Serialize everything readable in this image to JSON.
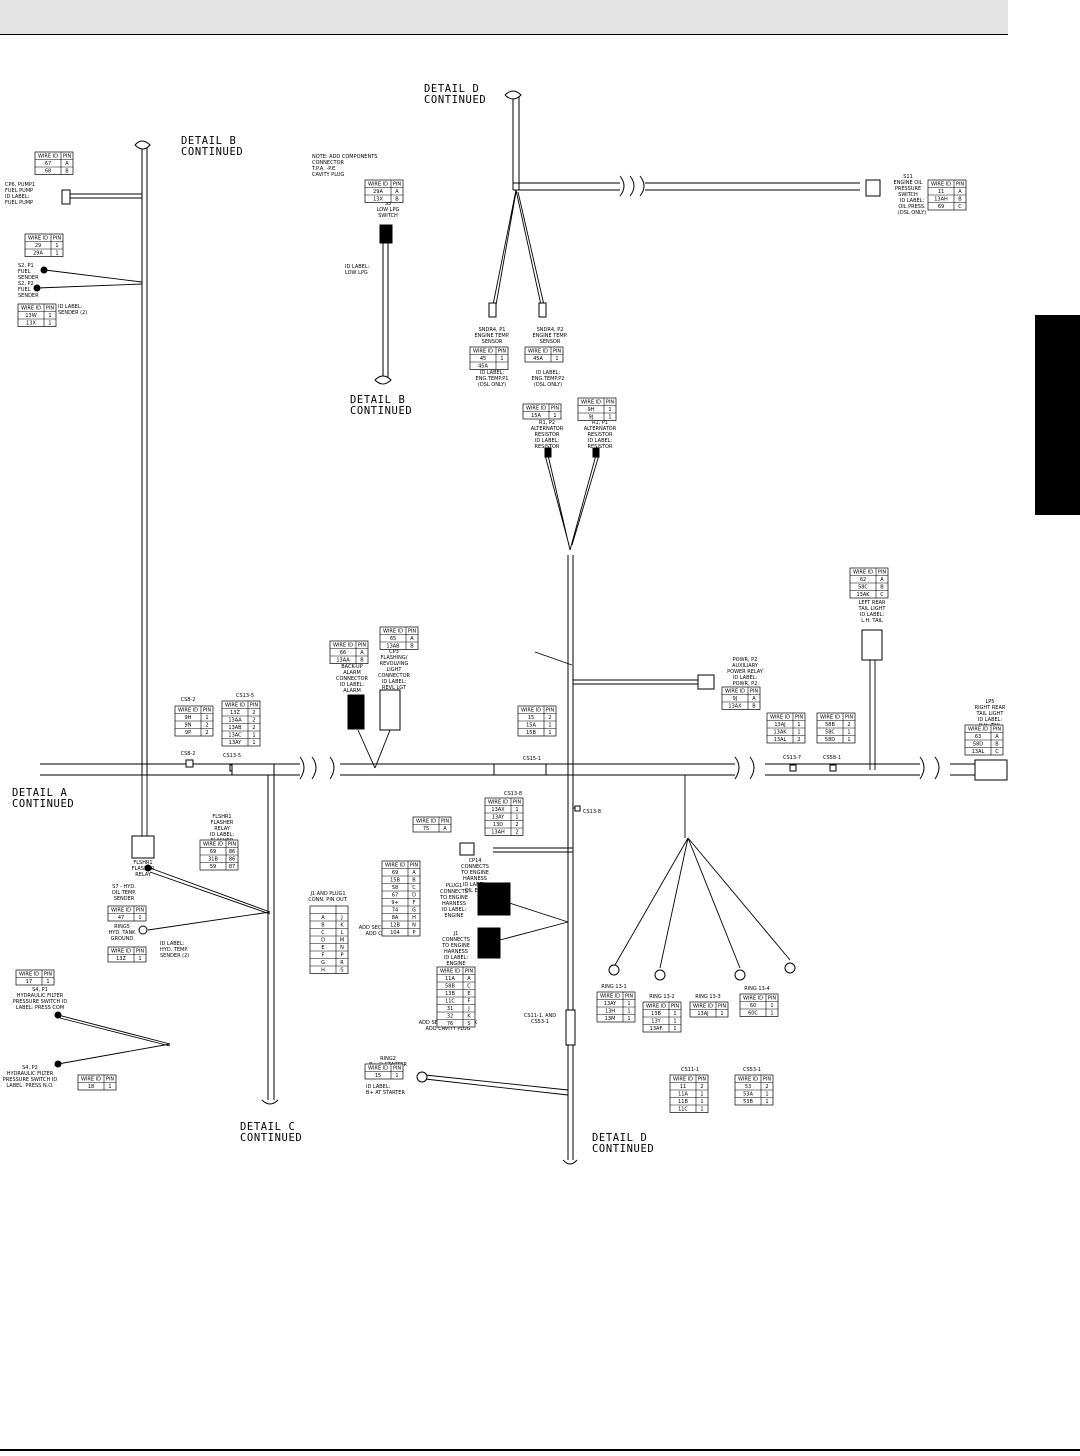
{
  "details": {
    "b_top": "DETAIL B|CONTINUED",
    "d_top": "DETAIL D|CONTINUED",
    "b_bottom": "DETAIL B|CONTINUED",
    "a_left": "DETAIL A|CONTINUED",
    "c_bottom": "DETAIL C|CONTINUED",
    "d_bottom": "DETAIL D|CONTINUED"
  },
  "labels": [
    {
      "id": "note_s3",
      "text": "NOTE: ADD COMPONENTS|CONNECTOR|T.P.A. -P.E.|CAVITY PLUG"
    },
    {
      "id": "s3",
      "text": "S3|LOW LPG|SWITCH"
    },
    {
      "id": "s3_id",
      "text": "ID LABEL:|LOW LPG"
    },
    {
      "id": "cp6",
      "text": "CP6, PUMP1|FUEL PUMP|ID LABEL:|FUEL PUMP"
    },
    {
      "id": "s2p1",
      "text": "S2, P1|FUEL|SENDER"
    },
    {
      "id": "s2p2",
      "text": "S2, P2|FUEL|SENDER"
    },
    {
      "id": "s2_id",
      "text": "ID LABEL:|SENDER (2)"
    },
    {
      "id": "s11",
      "text": "S11|ENGINE OIL|PRESSURE|SWITCH"
    },
    {
      "id": "s11_id",
      "text": "ID LABEL:|OIL PRESS.|(DSL ONLY)"
    },
    {
      "id": "sndr4p1",
      "text": "SNDR4, P1|ENGINE TEMP.|SENSOR"
    },
    {
      "id": "sndr4p2",
      "text": "SNDR4, P2|ENGINE TEMP.|SENSOR"
    },
    {
      "id": "sndr4p1_id",
      "text": "ID LABEL:|ENG.TEMP.P1|(DSL ONLY)"
    },
    {
      "id": "sndr4p2_id",
      "text": "ID LABEL:|ENG.TEMP.P2|(DSL ONLY)"
    },
    {
      "id": "r1p2",
      "text": "R1, P2|ALTERNATOR|RESISTOR|ID LABEL:|RESISTOR"
    },
    {
      "id": "r1p1",
      "text": "R1, P1|ALTERNATOR|RESISTOR|ID LABEL:|RESISTOR"
    },
    {
      "id": "lp4",
      "text": "LP4|LEFT REAR|TAIL LIGHT|ID LABEL:|L.H. TAIL"
    },
    {
      "id": "lp5",
      "text": "LP5|RIGHT REAR|TAIL LIGHT|ID LABEL:|R.H. TAIL"
    },
    {
      "id": "powr",
      "text": "POWR, P2|AUXILIARY|POWER RELAY|ID LABEL:|POWR, P2"
    },
    {
      "id": "cp2",
      "text": "CP2|BACK-UP|ALARM|CONNECTOR|ID LABEL:|ALARM"
    },
    {
      "id": "cp3",
      "text": "CP3|FLASHING/|REVOLVING|LIGHT|CONNECTOR|ID LABEL:|REVL LGT"
    },
    {
      "id": "cs8_2_top",
      "text": "CS8-2"
    },
    {
      "id": "cs13_5_top",
      "text": "CS13-5"
    },
    {
      "id": "cs8_2",
      "text": "CS8-2"
    },
    {
      "id": "cs13_5",
      "text": "CS13-5"
    },
    {
      "id": "cs15_1",
      "text": "CS15-1"
    },
    {
      "id": "cs13_7",
      "text": "CS13-7"
    },
    {
      "id": "cs58_1",
      "text": "CS58-1"
    },
    {
      "id": "cs13_8_top",
      "text": "CS13-8"
    },
    {
      "id": "cs13_8",
      "text": "CS13-8"
    },
    {
      "id": "flshr1_top",
      "text": "FLSHR1|FLASHER|RELAY|ID LABEL:|FLASHER"
    },
    {
      "id": "flshr1",
      "text": "FLSHR1|FLASHER|RELAY"
    },
    {
      "id": "cp14",
      "text": "CP14|CONNECTS|TO ENGINE|HARNESS|ID LABEL:|OIL ENG"
    },
    {
      "id": "s7",
      "text": "S7 - HYD.|OIL TEMP.|SENDER"
    },
    {
      "id": "ring5",
      "text": "RING5|HYD. TANK|GROUND"
    },
    {
      "id": "s7_id",
      "text": "ID LABEL:|HYD. TEMP.|SENDER (2)"
    },
    {
      "id": "j1_plug1",
      "text": "J1 AND PLUG1|CONN. PIN OUT."
    },
    {
      "id": "add_sec_lock",
      "text": "ADD SECONDARY LOCK|ADD CAVITY PLUG"
    },
    {
      "id": "plug1",
      "text": "PLUG1|CONNECTS|TO ENGINE|HARNESS|ID LABEL:|ENGINE"
    },
    {
      "id": "j1",
      "text": "J1|CONNECTS|TO ENGINE|HARNESS|ID LABEL:|ENGINE"
    },
    {
      "id": "add_sec_lock2",
      "text": "ADD SECONDARY LOCK|ADD CAVITY PLUG"
    },
    {
      "id": "s4p1",
      "text": "S4, P1|HYDRAULIC FILTER|PRESSURE SWITCH ID|LABEL: PRESS COM"
    },
    {
      "id": "s4p2",
      "text": "S4, P2|HYDRAULIC FILTER|PRESSURE SWITCH ID|LABEL: PRESS N.O."
    },
    {
      "id": "ring13_1",
      "text": "RING 13-1"
    },
    {
      "id": "ring13_2",
      "text": "RING 13-2"
    },
    {
      "id": "ring13_3",
      "text": "RING 13-3"
    },
    {
      "id": "ring13_4",
      "text": "RING 13-4"
    },
    {
      "id": "cs11_cs53",
      "text": "CS11-1, AND|CS53-1"
    },
    {
      "id": "ring2",
      "text": "RING2|B+ @ STARTER"
    },
    {
      "id": "ring2_id",
      "text": "ID LABEL:|B+ AT STARTER"
    },
    {
      "id": "cs11_1",
      "text": "CS11-1"
    },
    {
      "id": "cs53_1",
      "text": "CS53-1"
    }
  ],
  "tables": [
    {
      "id": "t_cp6",
      "header": [
        "WIRE ID",
        "PIN"
      ],
      "rows": [
        [
          "67",
          "A"
        ],
        [
          "68",
          "B"
        ]
      ]
    },
    {
      "id": "t_s2a",
      "header": [
        "WIRE ID",
        "PIN"
      ],
      "rows": [
        [
          "29",
          "1"
        ],
        [
          "29A",
          "1"
        ]
      ]
    },
    {
      "id": "t_s2b",
      "header": [
        "WIRE ID",
        "PIN"
      ],
      "rows": [
        [
          "13W",
          "1"
        ],
        [
          "13X",
          "1"
        ]
      ]
    },
    {
      "id": "t_s3",
      "header": [
        "WIRE ID",
        "PIN"
      ],
      "rows": [
        [
          "29A",
          "A"
        ],
        [
          "13X",
          "B"
        ]
      ]
    },
    {
      "id": "t_s11",
      "header": [
        "WIRE ID",
        "PIN"
      ],
      "rows": [
        [
          "11",
          "A"
        ],
        [
          "13AH",
          "B"
        ],
        [
          "69",
          "C"
        ]
      ]
    },
    {
      "id": "t_sndr4p1",
      "header": [
        "WIRE ID",
        "PIN"
      ],
      "rows": [
        [
          "45",
          "1"
        ],
        [
          "45A",
          ""
        ]
      ]
    },
    {
      "id": "t_sndr4p2",
      "header": [
        "WIRE ID",
        "PIN"
      ],
      "rows": [
        [
          "45A",
          "1"
        ]
      ]
    },
    {
      "id": "t_r1p2",
      "header": [
        "WIRE ID",
        "PIN"
      ],
      "rows": [
        [
          "15A",
          "1"
        ]
      ]
    },
    {
      "id": "t_r1p1",
      "header": [
        "WIRE ID",
        "PIN"
      ],
      "rows": [
        [
          "9H",
          "1"
        ],
        [
          "9J",
          "1"
        ]
      ]
    },
    {
      "id": "t_lp4",
      "header": [
        "WIRE ID",
        "PIN"
      ],
      "rows": [
        [
          "62",
          "A"
        ],
        [
          "58C",
          "B"
        ],
        [
          "13AK",
          "C"
        ]
      ]
    },
    {
      "id": "t_lp5",
      "header": [
        "WIRE ID",
        "PIN"
      ],
      "rows": [
        [
          "63",
          "A"
        ],
        [
          "58D",
          "B"
        ],
        [
          "13AL",
          "C"
        ]
      ]
    },
    {
      "id": "t_cs13_7",
      "header": [
        "WIRE ID",
        "PIN"
      ],
      "rows": [
        [
          "13AJ",
          "1"
        ],
        [
          "13AK",
          "1"
        ],
        [
          "13AL",
          "2"
        ]
      ]
    },
    {
      "id": "t_cs58_1",
      "header": [
        "WIRE ID",
        "PIN"
      ],
      "rows": [
        [
          "58B",
          "2"
        ],
        [
          "58C",
          "1"
        ],
        [
          "58D",
          "1"
        ]
      ]
    },
    {
      "id": "t_powr",
      "header": [
        "WIRE ID",
        "PIN"
      ],
      "rows": [
        [
          "9J",
          "A"
        ],
        [
          "13AX",
          "B"
        ]
      ]
    },
    {
      "id": "t_cp2",
      "header": [
        "WIRE ID",
        "PIN"
      ],
      "rows": [
        [
          "66",
          "A"
        ],
        [
          "13AA",
          "B"
        ]
      ]
    },
    {
      "id": "t_cp3",
      "header": [
        "WIRE ID",
        "PIN"
      ],
      "rows": [
        [
          "65",
          "A"
        ],
        [
          "13AB",
          "B"
        ]
      ]
    },
    {
      "id": "t_cs8_2",
      "header": [
        "WIRE ID",
        "PIN"
      ],
      "rows": [
        [
          "9H",
          "1"
        ],
        [
          "9N",
          "2"
        ],
        [
          "9P",
          "2"
        ]
      ]
    },
    {
      "id": "t_cs13_5",
      "header": [
        "WIRE ID",
        "PIN"
      ],
      "rows": [
        [
          "13Z",
          "2"
        ],
        [
          "13AA",
          "2"
        ],
        [
          "13AB",
          "2"
        ],
        [
          "13AC",
          "1"
        ],
        [
          "13AY",
          "1"
        ]
      ]
    },
    {
      "id": "t_cs15_1",
      "header": [
        "WIRE ID",
        "PIN"
      ],
      "rows": [
        [
          "15",
          "2"
        ],
        [
          "15A",
          "1"
        ],
        [
          "15B",
          "1"
        ]
      ]
    },
    {
      "id": "t_cs13_8",
      "header": [
        "WIRE ID",
        "PIN"
      ],
      "rows": [
        [
          "13AX",
          "1"
        ],
        [
          "13AY",
          "1"
        ],
        [
          "13D",
          "2"
        ],
        [
          "13AH",
          "2"
        ]
      ]
    },
    {
      "id": "t_cp14",
      "header": [
        "WIRE ID",
        "PIN"
      ],
      "rows": [
        [
          "75",
          "A"
        ]
      ]
    },
    {
      "id": "t_flshr1",
      "header": [
        "WIRE ID",
        "PIN"
      ],
      "rows": [
        [
          "69",
          "86"
        ],
        [
          "31B",
          "86"
        ],
        [
          "59",
          "87"
        ]
      ]
    },
    {
      "id": "t_pinout",
      "header": [
        "WIRE ID",
        "PIN"
      ],
      "rows": [
        [
          "69",
          "A"
        ],
        [
          "15B",
          "B"
        ],
        [
          "58",
          "C"
        ],
        [
          "67",
          "D"
        ],
        [
          "9+",
          "F"
        ],
        [
          "74",
          "G"
        ],
        [
          "8A",
          "H"
        ],
        [
          "12B",
          "N"
        ],
        [
          "104",
          "P"
        ]
      ]
    },
    {
      "id": "t_s7",
      "header": [
        "WIRE ID",
        "PIN"
      ],
      "rows": [
        [
          "47",
          "1"
        ]
      ]
    },
    {
      "id": "t_ring5",
      "header": [
        "WIRE ID",
        "PIN"
      ],
      "rows": [
        [
          "13Z",
          "1"
        ]
      ]
    },
    {
      "id": "t_j1",
      "header": [
        "",
        ""
      ],
      "rows": [
        [
          "A",
          "J"
        ],
        [
          "B",
          "K"
        ],
        [
          "C",
          "L"
        ],
        [
          "D",
          "M"
        ],
        [
          "E",
          "N"
        ],
        [
          "F",
          "P"
        ],
        [
          "G",
          "R"
        ],
        [
          "H",
          "S"
        ]
      ]
    },
    {
      "id": "t_plug1",
      "header": [
        "WIRE ID",
        "PIN"
      ],
      "rows": [
        [
          "11A",
          "A"
        ],
        [
          "58B",
          "C"
        ],
        [
          "13B",
          "E"
        ],
        [
          "11C",
          "F"
        ],
        [
          "31",
          "J"
        ],
        [
          "32",
          "K"
        ],
        [
          "76",
          "S"
        ]
      ]
    },
    {
      "id": "t_s4p1",
      "header": [
        "WIRE ID",
        "PIN"
      ],
      "rows": [
        [
          "17",
          "1"
        ]
      ]
    },
    {
      "id": "t_s4p2",
      "header": [
        "WIRE ID",
        "PIN"
      ],
      "rows": [
        [
          "18",
          "1"
        ]
      ]
    },
    {
      "id": "t_ring13_1",
      "header": [
        "WIRE ID",
        "PIN"
      ],
      "rows": [
        [
          "13AY",
          "1"
        ],
        [
          "13H",
          "1"
        ],
        [
          "13M",
          "1"
        ]
      ]
    },
    {
      "id": "t_ring13_2",
      "header": [
        "WIRE ID",
        "PIN"
      ],
      "rows": [
        [
          "13B",
          "1"
        ],
        [
          "13Y",
          "1"
        ],
        [
          "13AF",
          "1"
        ]
      ]
    },
    {
      "id": "t_ring13_3",
      "header": [
        "WIRE ID",
        "PIN"
      ],
      "rows": [
        [
          "13AJ",
          "1"
        ]
      ]
    },
    {
      "id": "t_ring13_4",
      "header": [
        "WIRE ID",
        "PIN"
      ],
      "rows": [
        [
          "60",
          "1"
        ],
        [
          "60C",
          "1"
        ]
      ]
    },
    {
      "id": "t_ring2",
      "header": [
        "WIRE ID",
        "PIN"
      ],
      "rows": [
        [
          "15",
          "1"
        ]
      ]
    },
    {
      "id": "t_cs11_1",
      "header": [
        "WIRE ID",
        "PIN"
      ],
      "rows": [
        [
          "11",
          "2"
        ],
        [
          "11A",
          "1"
        ],
        [
          "11B",
          "1"
        ],
        [
          "11C",
          "1"
        ]
      ]
    },
    {
      "id": "t_cs53_1",
      "header": [
        "WIRE ID",
        "PIN"
      ],
      "rows": [
        [
          "53",
          "2"
        ],
        [
          "53A",
          "1"
        ],
        [
          "53B",
          "1"
        ]
      ]
    }
  ]
}
